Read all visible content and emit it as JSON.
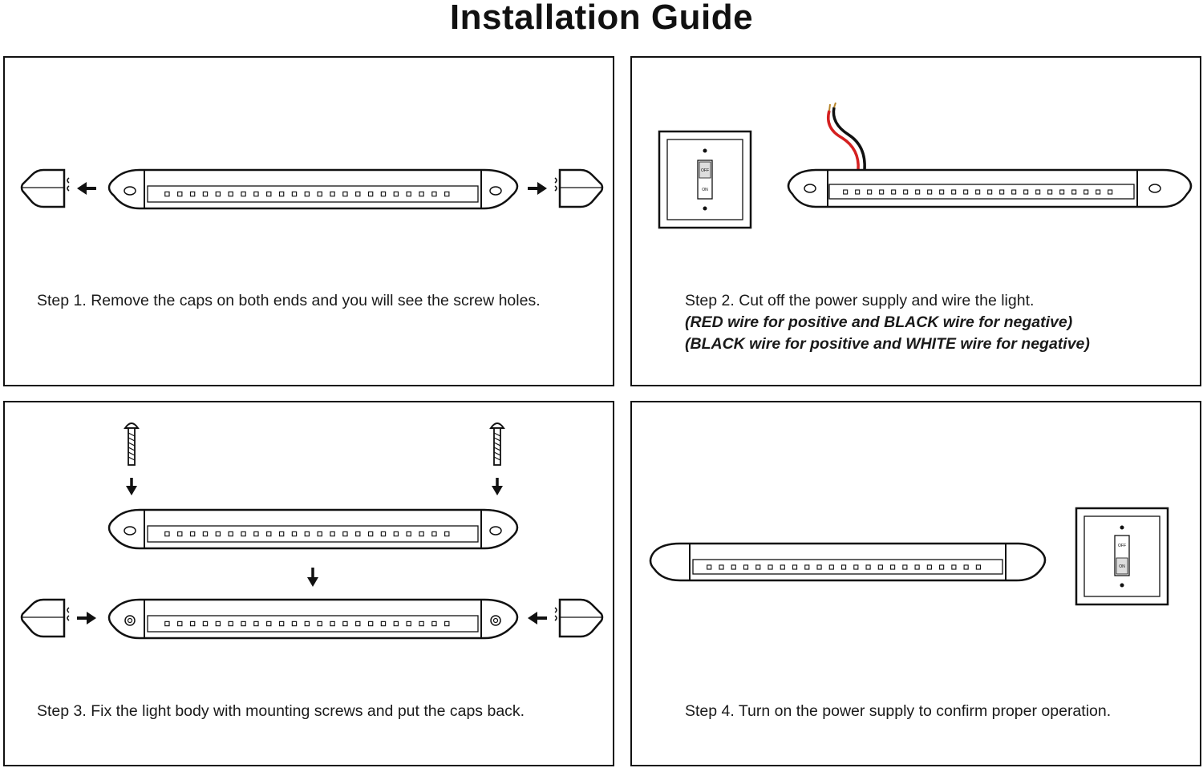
{
  "title": "Installation Guide",
  "steps": [
    {
      "caption": "Step 1. Remove the caps on both ends and you will see the screw holes."
    },
    {
      "caption": "Step 2. Cut off the power supply and wire the light.",
      "notes": [
        "(RED wire for positive and BLACK wire for negative)",
        "(BLACK wire for positive and WHITE wire for negative)"
      ],
      "switch": {
        "off": "OFF",
        "on": "ON"
      }
    },
    {
      "caption": "Step 3. Fix the light body with mounting screws and put the caps back."
    },
    {
      "caption": "Step 4. Turn on the power supply to confirm proper operation.",
      "switch": {
        "off": "OFF",
        "on": "ON"
      }
    }
  ],
  "colors": {
    "outline": "#111111",
    "wire_red": "#d42020",
    "wire_black": "#111111",
    "light_fill": "#ffffff"
  },
  "icons": [
    "arrow-left-icon",
    "arrow-right-icon",
    "arrow-down-icon",
    "end-cap-icon",
    "screw-icon",
    "wall-switch-icon",
    "led-light-bar-icon",
    "wires-icon"
  ]
}
